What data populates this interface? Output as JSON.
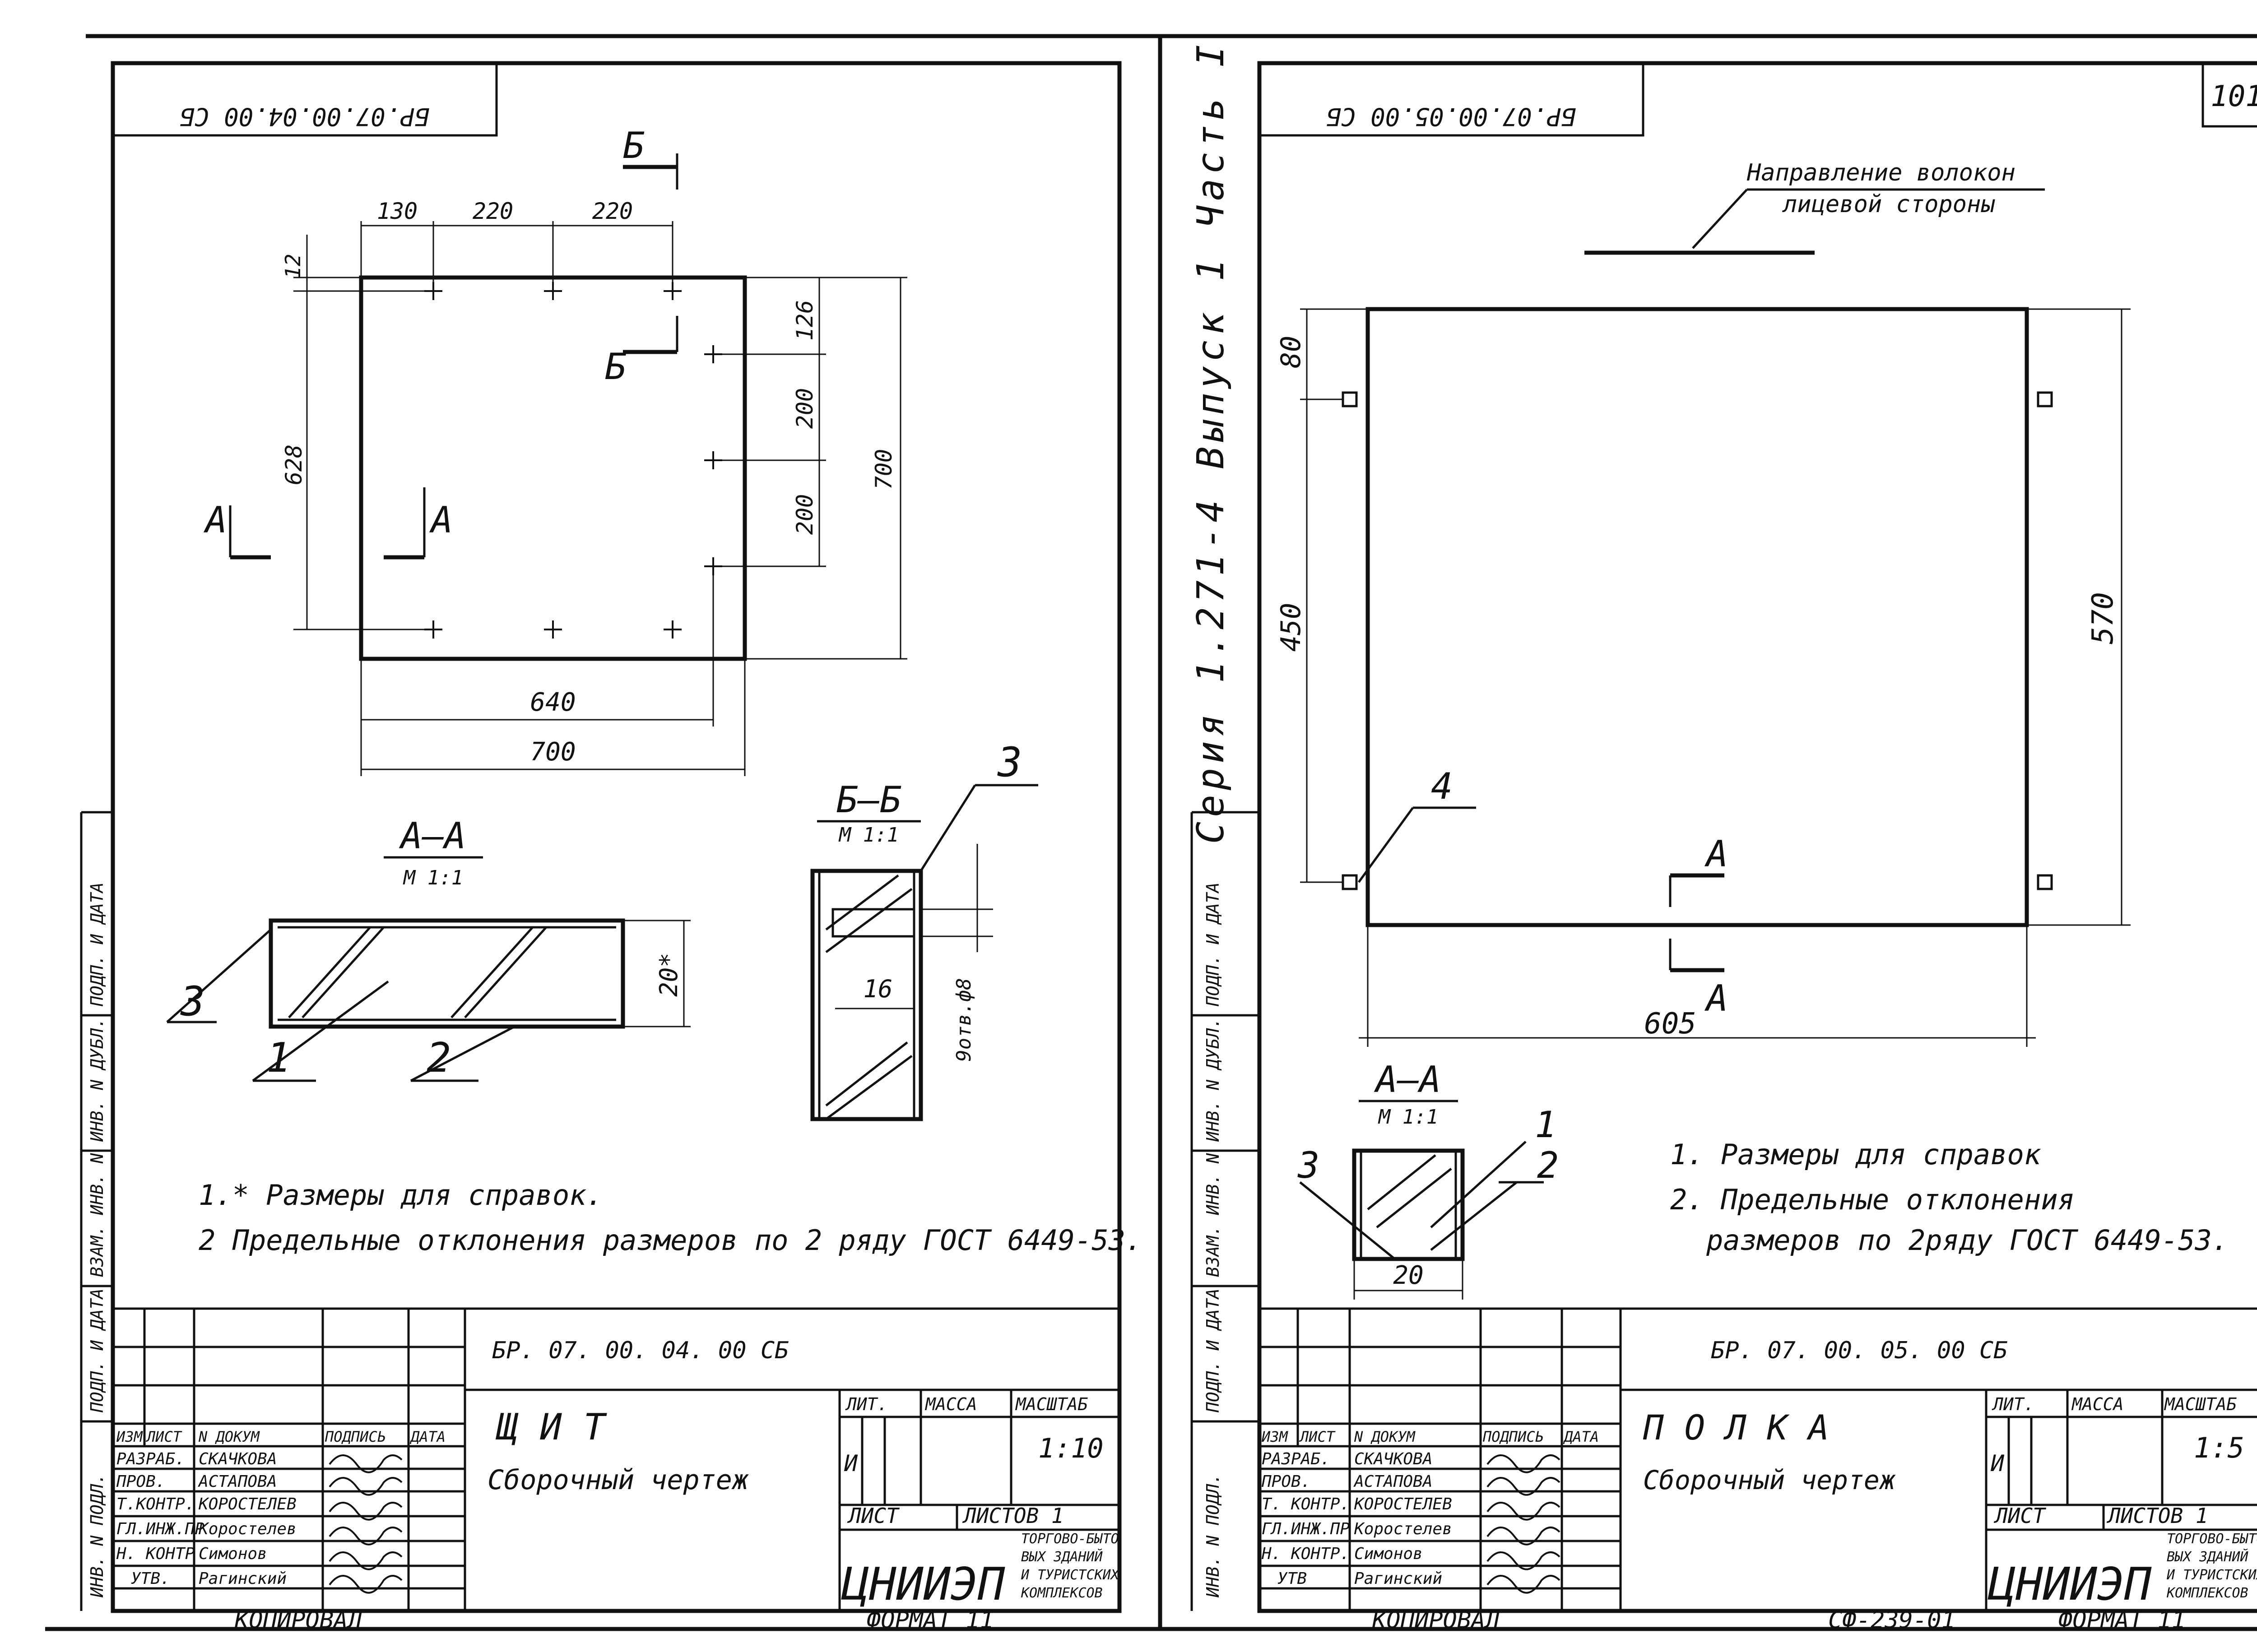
{
  "series_text": "Серия 1.271-4 Выпуск 1 Часть I",
  "page_number": "101",
  "copy_label": "КОПИРОВАЛ",
  "format_label": "ФОРМАТ 11",
  "sheet_code": "СФ-239-01",
  "margin_labels": {
    "inv_podl": "ИНВ. N ПОДЛ.",
    "podp_data": "ПОДП. И ДАТА",
    "vzam_inv": "ВЗАМ. ИНВ. N",
    "inv_dubl": "ИНВ. N ДУБЛ.",
    "podp_data2": "ПОДП. И ДАТА"
  },
  "left": {
    "stamp_mirror": "БР.07.00.04.00 СБ",
    "dims": {
      "d130": "130",
      "d220a": "220",
      "d220b": "220",
      "d12": "12",
      "d126": "126",
      "d200a": "200",
      "d200b": "200",
      "d628": "628",
      "d700v": "700",
      "d640": "640",
      "d700h": "700",
      "d20": "20*",
      "d16": "16",
      "d8": "9отв.ф8"
    },
    "section_marks": {
      "a": "А",
      "b": "Б"
    },
    "section_aa": {
      "title": "А—А",
      "scale": "М 1:1"
    },
    "section_bb": {
      "title": "Б—Б",
      "scale": "М 1:1"
    },
    "callouts": {
      "c1": "1",
      "c2": "2",
      "c3": "3",
      "c3b": "3"
    },
    "notes": [
      "1.* Размеры для справок.",
      "2 Предельные отклонения размеров по 2 ряду ГОСТ 6449-53."
    ],
    "title_block": {
      "doc_code": "БР. 07. 00. 04. 00 СБ",
      "name": "Щ И Т",
      "type": "Сборочный чертеж",
      "lit": "ЛИТ.",
      "mass": "МАССА",
      "scale_h": "МАСШТАБ",
      "lit_val": "И",
      "scale_val": "1:10",
      "sheet": "ЛИСТ",
      "sheets": "ЛИСТОВ 1",
      "org": "ЦНИИЭП",
      "org_desc": [
        "ТОРГОВО-БЫТО",
        "ВЫХ ЗДАНИЙ",
        "И ТУРИСТСКИХ",
        "КОМПЛЕКСОВ"
      ],
      "head": [
        "ИЗМ",
        "ЛИСТ",
        "N ДОКУМ",
        "ПОДПИСЬ",
        "ДАТА"
      ],
      "rows": [
        [
          "РАЗРАБ.",
          "СКАЧКОВА"
        ],
        [
          "ПРОВ.",
          "АСТАПОВА"
        ],
        [
          "Т.КОНТР.",
          "КОРОСТЕЛЕВ"
        ],
        [
          "ГЛ.ИНЖ.ПР",
          "Коростелев"
        ],
        [
          "Н. КОНТР",
          "Симонов"
        ],
        [
          "УТВ.",
          "Рагинский"
        ]
      ]
    }
  },
  "right": {
    "stamp_mirror": "БР.07.00.05.00 СБ",
    "grain_label": [
      "Направление волокон",
      "лицевой стороны"
    ],
    "dims": {
      "d80": "80",
      "d450": "450",
      "d570": "570",
      "d605": "605",
      "d20": "20"
    },
    "section_marks": {
      "a": "А"
    },
    "section_aa": {
      "title": "А—А",
      "scale": "М 1:1"
    },
    "callouts": {
      "c1": "1",
      "c2": "2",
      "c3": "3",
      "c4": "4"
    },
    "notes": [
      "1. Размеры для справок",
      "2. Предельные отклонения",
      "размеров по 2ряду ГОСТ 6449-53."
    ],
    "title_block": {
      "doc_code": "БР. 07. 00. 05. 00 СБ",
      "name": "П О Л К А",
      "type": "Сборочный чертеж",
      "lit": "ЛИТ.",
      "mass": "МАССА",
      "scale_h": "МАСШТАБ",
      "lit_val": "И",
      "scale_val": "1:5",
      "sheet": "ЛИСТ",
      "sheets": "ЛИСТОВ 1",
      "org": "ЦНИИЭП",
      "org_desc": [
        "ТОРГОВО-БЫТО",
        "ВЫХ ЗДАНИЙ",
        "И ТУРИСТСКИХ",
        "КОМПЛЕКСОВ"
      ],
      "head": [
        "ИЗМ",
        "ЛИСТ",
        "N ДОКУМ",
        "ПОДПИСЬ",
        "ДАТА"
      ],
      "rows": [
        [
          "РАЗРАБ.",
          "СКАЧКОВА"
        ],
        [
          "ПРОВ.",
          "АСТАПОВА"
        ],
        [
          "Т. КОНТР.",
          "КОРОСТЕЛЕВ"
        ],
        [
          "ГЛ.ИНЖ.ПР",
          "Коростелев"
        ],
        [
          "Н. КОНТР.",
          "Симонов"
        ],
        [
          "УТВ",
          "Рагинский"
        ]
      ]
    }
  }
}
